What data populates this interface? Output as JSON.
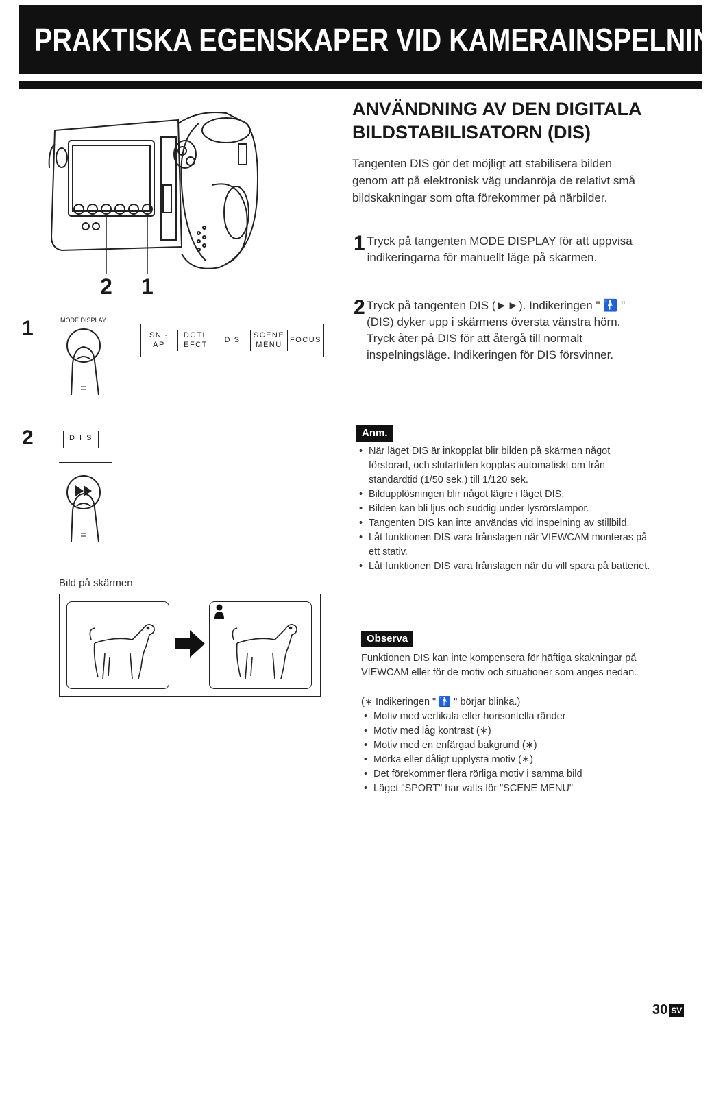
{
  "header": {
    "title": "PRAKTISKA EGENSKAPER VID KAMERAINSPELNING"
  },
  "figure": {
    "callout_numbers": [
      "2",
      "1"
    ],
    "step1_label": "1",
    "step2_label": "2",
    "mode_display_label": "MODE DISPLAY",
    "menu_items": [
      {
        "line1": "SN -",
        "line2": "AP"
      },
      {
        "line1": "DGTL",
        "line2": "EFCT"
      },
      {
        "line1": "DIS",
        "line2": ""
      },
      {
        "line1": "SCENE",
        "line2": "MENU"
      },
      {
        "line1": "FOCUS",
        "line2": ""
      }
    ],
    "dis_button_label": "D I S",
    "screen_caption": "Bild på skärmen"
  },
  "section": {
    "title_line1": "ANVÄNDNING AV DEN DIGITALA",
    "title_line2": "BILDSTABILISATORN (DIS)",
    "intro": "Tangenten DIS gör det möjligt att stabilisera bilden genom att på elektronisk väg undanröja de relativt små bildskakningar som ofta förekommer på närbilder.",
    "steps": [
      {
        "number": "1",
        "paragraphs": [
          "Tryck på tangenten MODE DISPLAY för att uppvisa indikeringarna för manuellt läge på skärmen."
        ]
      },
      {
        "number": "2",
        "paragraphs": [
          "Tryck på tangenten DIS (►►). Indikeringen \" 🚹 \" (DIS) dyker upp i skärmens översta vänstra hörn.",
          "Tryck åter på DIS för att återgå till normalt inspelningsläge. Indikeringen för DIS försvinner."
        ]
      }
    ]
  },
  "note": {
    "label": "Anm.",
    "items": [
      "När läget DIS är inkopplat blir bilden på skärmen något förstorad, och slutartiden kopplas automatiskt om från standardtid (1/50 sek.) till 1/120 sek.",
      "Bildupplösningen blir något lägre i läget DIS.",
      "Bilden kan bli ljus och suddig under lysrörslampor.",
      "Tangenten DIS kan inte användas vid inspelning av stillbild.",
      "Låt funktionen DIS vara frånslagen när VIEWCAM monteras på ett stativ.",
      "Låt funktionen DIS vara frånslagen när du vill spara på batteriet."
    ]
  },
  "observe": {
    "label": "Observa",
    "text": "Funktionen DIS kan inte kompensera för häftiga skakningar på VIEWCAM eller för de motiv och situationer som anges nedan.",
    "asterisk_note": "(∗ Indikeringen \" 🚹 \" börjar blinka.)",
    "items": [
      "Motiv med vertikala eller horisontella ränder",
      "Motiv med låg kontrast (∗)",
      "Motiv med en enfärgad bakgrund (∗)",
      "Mörka eller dåligt upplysta motiv (∗)",
      "Det förekommer flera rörliga motiv i samma bild",
      "Läget \"SPORT\" har valts för \"SCENE MENU\""
    ]
  },
  "footer": {
    "page_number": "30",
    "lang_badge": "SV"
  }
}
